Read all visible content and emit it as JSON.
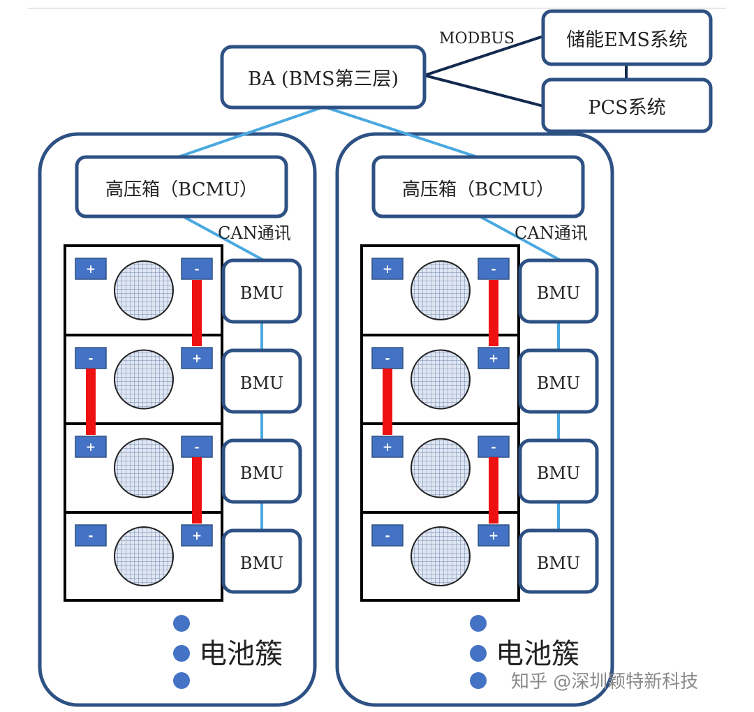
{
  "top": {
    "ba_label": "BA (BMS第三层)",
    "modbus_label": "MODBUS",
    "ems_label": "储能EMS系统",
    "pcs_label": "PCS系统"
  },
  "clusters": [
    {
      "bcmu_label": "高压箱（BCMU）",
      "can_label": "CAN通讯",
      "cluster_label": "电池簇",
      "bmu_labels": [
        "BMU",
        "BMU",
        "BMU",
        "BMU"
      ],
      "modules": [
        {
          "left_terminal": "+",
          "right_terminal": "-"
        },
        {
          "left_terminal": "-",
          "right_terminal": "+"
        },
        {
          "left_terminal": "+",
          "right_terminal": "-"
        },
        {
          "left_terminal": "-",
          "right_terminal": "+"
        }
      ]
    },
    {
      "bcmu_label": "高压箱（BCMU）",
      "can_label": "CAN通讯",
      "cluster_label": "电池簇",
      "bmu_labels": [
        "BMU",
        "BMU",
        "BMU",
        "BMU"
      ],
      "modules": [
        {
          "left_terminal": "+",
          "right_terminal": "-"
        },
        {
          "left_terminal": "-",
          "right_terminal": "+"
        },
        {
          "left_terminal": "+",
          "right_terminal": "-"
        },
        {
          "left_terminal": "-",
          "right_terminal": "+"
        }
      ]
    }
  ],
  "watermark": "知乎 @深圳颖特新科技",
  "colors": {
    "box_border": "#2e5184",
    "bus_line": "#4aa8e0",
    "link_line": "#13294f",
    "strap": "#ee1111",
    "terminal": "#4472c4"
  }
}
